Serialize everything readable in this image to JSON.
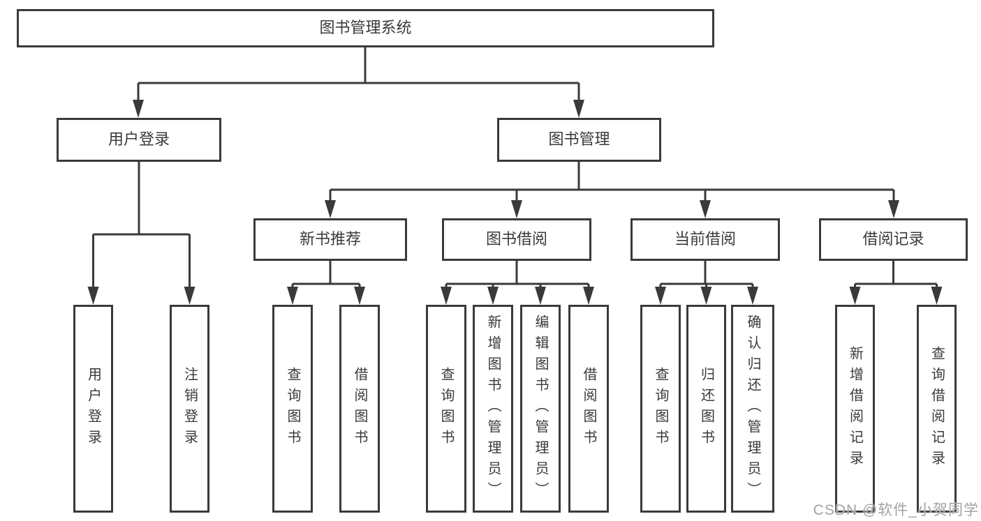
{
  "tree": {
    "root": {
      "label": "图书管理系统"
    },
    "branches": [
      {
        "label": "用户登录",
        "children": [
          {
            "label": "用户登录"
          },
          {
            "label": "注销登录"
          }
        ]
      },
      {
        "label": "图书管理",
        "children": [
          {
            "label": "新书推荐",
            "children": [
              {
                "label": "查询图书"
              },
              {
                "label": "借阅图书"
              }
            ]
          },
          {
            "label": "图书借阅",
            "children": [
              {
                "label": "查询图书"
              },
              {
                "label": "新增图书（管理员）"
              },
              {
                "label": "编辑图书（管理员）"
              },
              {
                "label": "借阅图书"
              }
            ]
          },
          {
            "label": "当前借阅",
            "children": [
              {
                "label": "查询图书"
              },
              {
                "label": "归还图书"
              },
              {
                "label": "确认归还（管理员）"
              }
            ]
          },
          {
            "label": "借阅记录",
            "children": [
              {
                "label": "新增借阅记录"
              },
              {
                "label": "查询借阅记录"
              }
            ]
          }
        ]
      }
    ]
  },
  "watermark": {
    "text": "CSDN @软件_小贺同学"
  },
  "colors": {
    "line": "#3a3a3a",
    "text": "#3a3a3a",
    "watermark": "#a3a3a3",
    "background": "#ffffff"
  }
}
